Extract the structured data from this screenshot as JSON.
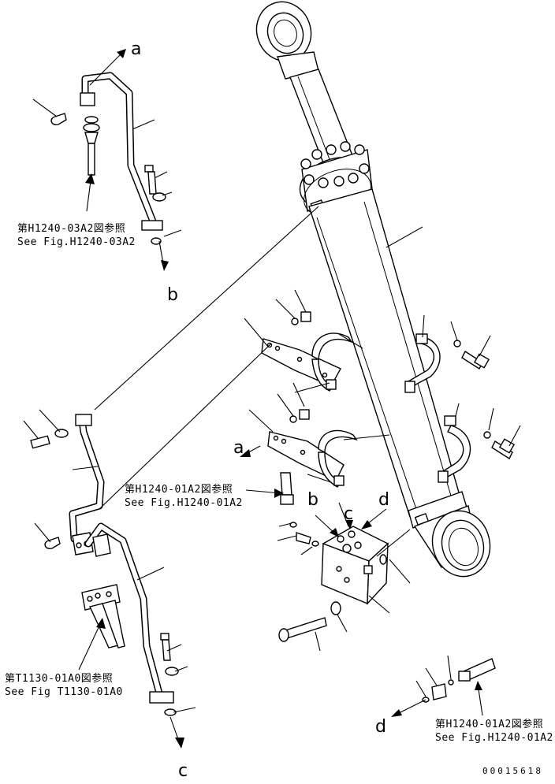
{
  "callouts": {
    "a_top": "a",
    "b_top": "b",
    "a_mid": "a",
    "b_valve": "b",
    "c_valve": "c",
    "d_valve": "d",
    "c_bottom": "c",
    "d_bottom": "d"
  },
  "references": {
    "ref1_jp": "第H1240-03A2図参照",
    "ref1_en": "See Fig.H1240-03A2",
    "ref2_jp": "第H1240-01A2図参照",
    "ref2_en": "See Fig.H1240-01A2",
    "ref3_jp": "第T1130-01A0図参照",
    "ref3_en": "See Fig T1130-01A0",
    "ref4_jp": "第H1240-01A2図参照",
    "ref4_en": "See Fig.H1240-01A2"
  },
  "drawing_number": "00015618"
}
